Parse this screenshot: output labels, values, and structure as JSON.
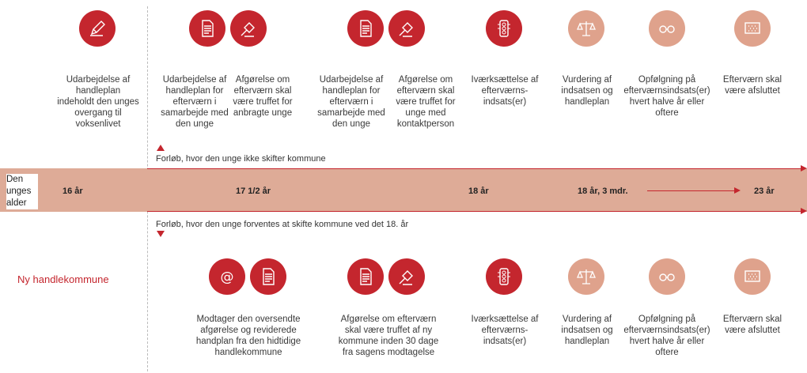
{
  "top_row": {
    "step1": "Udarbejdelse af handleplan indeholdt den unges overgang til voksenlivet",
    "step2": "Udarbejdelse af handleplan for efterværn i samarbejde med den unge",
    "step3": "Afgørelse om efterværn skal være truffet for anbragte unge",
    "step4": "Udarbejdelse af handleplan for efterværn i samarbejde med den unge",
    "step5": "Afgørelse om efterværn skal være truffet for unge med kontaktperson",
    "step6": "Iværksættelse af efterværns-indsats(er)",
    "step7": "Vurdering af indsatsen og handleplan",
    "step8": "Opfølgning på efterværnsindsats(er) hvert halve år eller oftere",
    "step9": "Efterværn skal være afsluttet"
  },
  "timeline": {
    "side_label": "Den unges alder",
    "upper_note": "Forløb, hvor den unge ikke skifter kommune",
    "lower_note": "Forløb, hvor den unge forventes at skifte kommune ved det 18. år",
    "ages": [
      "16 år",
      "17 1/2 år",
      "18 år",
      "18 år, 3 mdr.",
      "23 år"
    ]
  },
  "bottom_row": {
    "title": "Ny handlekommune",
    "step1": "Modtager den oversendte afgørelse og reviderede handplan fra den hidtidige handlekommune",
    "step2": "Afgørelse om efterværn skal være truffet af ny kommune inden 30 dage fra sagens modtagelse",
    "step3": "Iværksættelse af efterværns-indsats(er)",
    "step4": "Vurdering af indsatsen og handleplan",
    "step5": "Opfølgning på efterværnsindsats(er) hvert halve år eller oftere",
    "step6": "Efterværn skal være afsluttet"
  },
  "colors": {
    "dark_red": "#c4262e",
    "light_salmon": "#dfa28c",
    "band": "#deab97"
  },
  "icons": [
    "pencil-icon",
    "document-icon",
    "gavel-icon",
    "traffic-light-icon",
    "scales-icon",
    "glasses-icon",
    "flag-icon",
    "at-sign-icon"
  ]
}
